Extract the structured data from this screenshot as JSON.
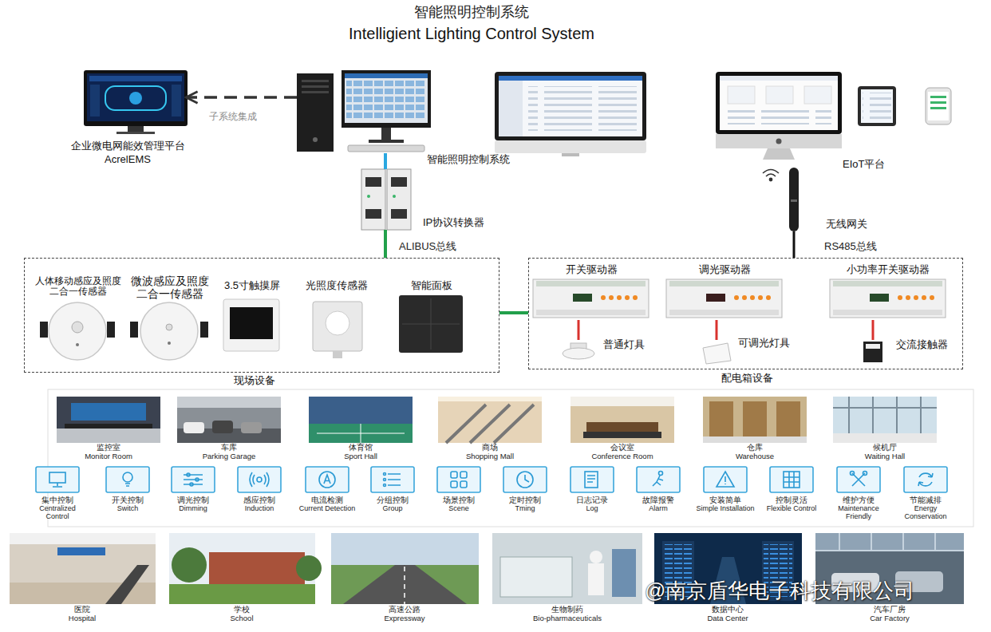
{
  "diagram": {
    "title": "智能照明控制系统",
    "nodes": [
      {
        "text": [
          "企业微电网能效管理平台",
          "AcrelEMS"
        ]
      },
      {
        "text": [
          "智能照明控制系统"
        ]
      },
      {
        "text": [
          "EIoT平台"
        ]
      },
      {
        "text": [
          "IP协议转换器"
        ]
      },
      {
        "text": [
          "无线网关"
        ]
      },
      {
        "text": [
          "现场设备"
        ]
      },
      {
        "text": [
          "人体移动感应及照度二合一传感器"
        ],
        "in": 5
      },
      {
        "text": [
          "微波感应及照度二合一传感器"
        ],
        "in": 5
      },
      {
        "text": [
          "3.5寸触摸屏"
        ],
        "in": 5
      },
      {
        "text": [
          "光照度传感器"
        ],
        "in": 5
      },
      {
        "text": [
          "智能面板"
        ],
        "in": 5
      },
      {
        "text": [
          "配电箱设备"
        ]
      },
      {
        "text": [
          "开关驱动器"
        ],
        "in": 11
      },
      {
        "text": [
          "调光驱动器"
        ],
        "in": 11
      },
      {
        "text": [
          "小功率开关驱动器"
        ],
        "in": 11
      },
      {
        "text": [
          "普通灯具"
        ],
        "in": 11
      },
      {
        "text": [
          "可调光灯具"
        ],
        "in": 11
      },
      {
        "text": [
          "交流接触器"
        ],
        "in": 11
      }
    ],
    "edges": [
      {
        "from": 1,
        "to": 0,
        "arrow": "to",
        "label": "子系统集成"
      },
      {
        "from": 1,
        "to": 3,
        "arrow": "none"
      },
      {
        "from": 3,
        "to": 5,
        "arrow": "none",
        "label": "ALIBUS总线"
      },
      {
        "from": 4,
        "to": 11,
        "arrow": "none",
        "label": "RS485总线"
      },
      {
        "from": 5,
        "to": 11,
        "arrow": "none"
      },
      {
        "from": 12,
        "to": 15,
        "arrow": "none"
      },
      {
        "from": 13,
        "to": 16,
        "arrow": "none"
      },
      {
        "from": 14,
        "to": 17,
        "arrow": "none"
      }
    ],
    "labels": [
      "Intelligient Lighting Control System",
      "监控室",
      "Monitor Room",
      "车库",
      "Parking Garage",
      "体育馆",
      "Sport Hall",
      "商场",
      "Shopping Mall",
      "会议室",
      "Conference Room",
      "仓库",
      "Warehouse",
      "候机厅",
      "Waiting Hall",
      "集中控制",
      "Centralized Control",
      "开关控制",
      "Switch",
      "调光控制",
      "Dimming",
      "感应控制",
      "Induction",
      "电流检测",
      "Current Detection",
      "分组控制",
      "Group",
      "场景控制",
      "Scene",
      "定时控制",
      "Tming",
      "日志记录",
      "Log",
      "故障报警",
      "Alarm",
      "安装简单",
      "Simple Installation",
      "控制灵活",
      "Flexible Control",
      "维护方便",
      "Maintenance Friendly",
      "节能减排",
      "Energy Conservation",
      "医院",
      "Hospital",
      "学校",
      "School",
      "高速公路",
      "Expressway",
      "生物制药",
      "Bio-pharmaceuticals",
      "数据中心",
      "Data Center",
      "汽车厂房",
      "Car Factory",
      "@南京盾华电子科技有限公司"
    ]
  }
}
